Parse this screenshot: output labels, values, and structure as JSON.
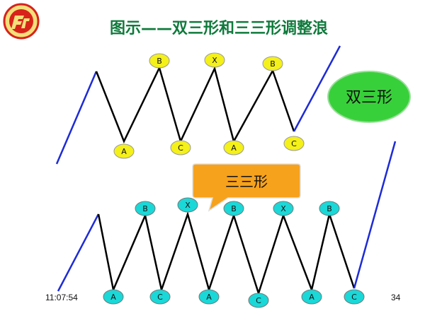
{
  "slide": {
    "title": "图示——双三形和三三形调整浪",
    "time": "11:07:54",
    "page_number": "34",
    "logo_icon": "university-logo-icon",
    "colors": {
      "title": "#0f7a3c",
      "impulse_line": "#1d2bd6",
      "wave_line": "#000000",
      "label_yellow": "#f4f01a",
      "label_cyan": "#1ad8d8",
      "green_badge": "#38d03a",
      "callout": "#f7a21c",
      "logo_red": "#d8231b"
    }
  },
  "double_three": {
    "badge_text": "双三形",
    "peak_labels": [
      "B",
      "X",
      "B"
    ],
    "trough_labels": [
      "A",
      "C",
      "A",
      "C"
    ]
  },
  "triple_three": {
    "callout_text": "三三形",
    "peak_labels": [
      "B",
      "X",
      "B",
      "X",
      "B"
    ],
    "trough_labels": [
      "A",
      "C",
      "A",
      "C",
      "A",
      "C"
    ]
  }
}
